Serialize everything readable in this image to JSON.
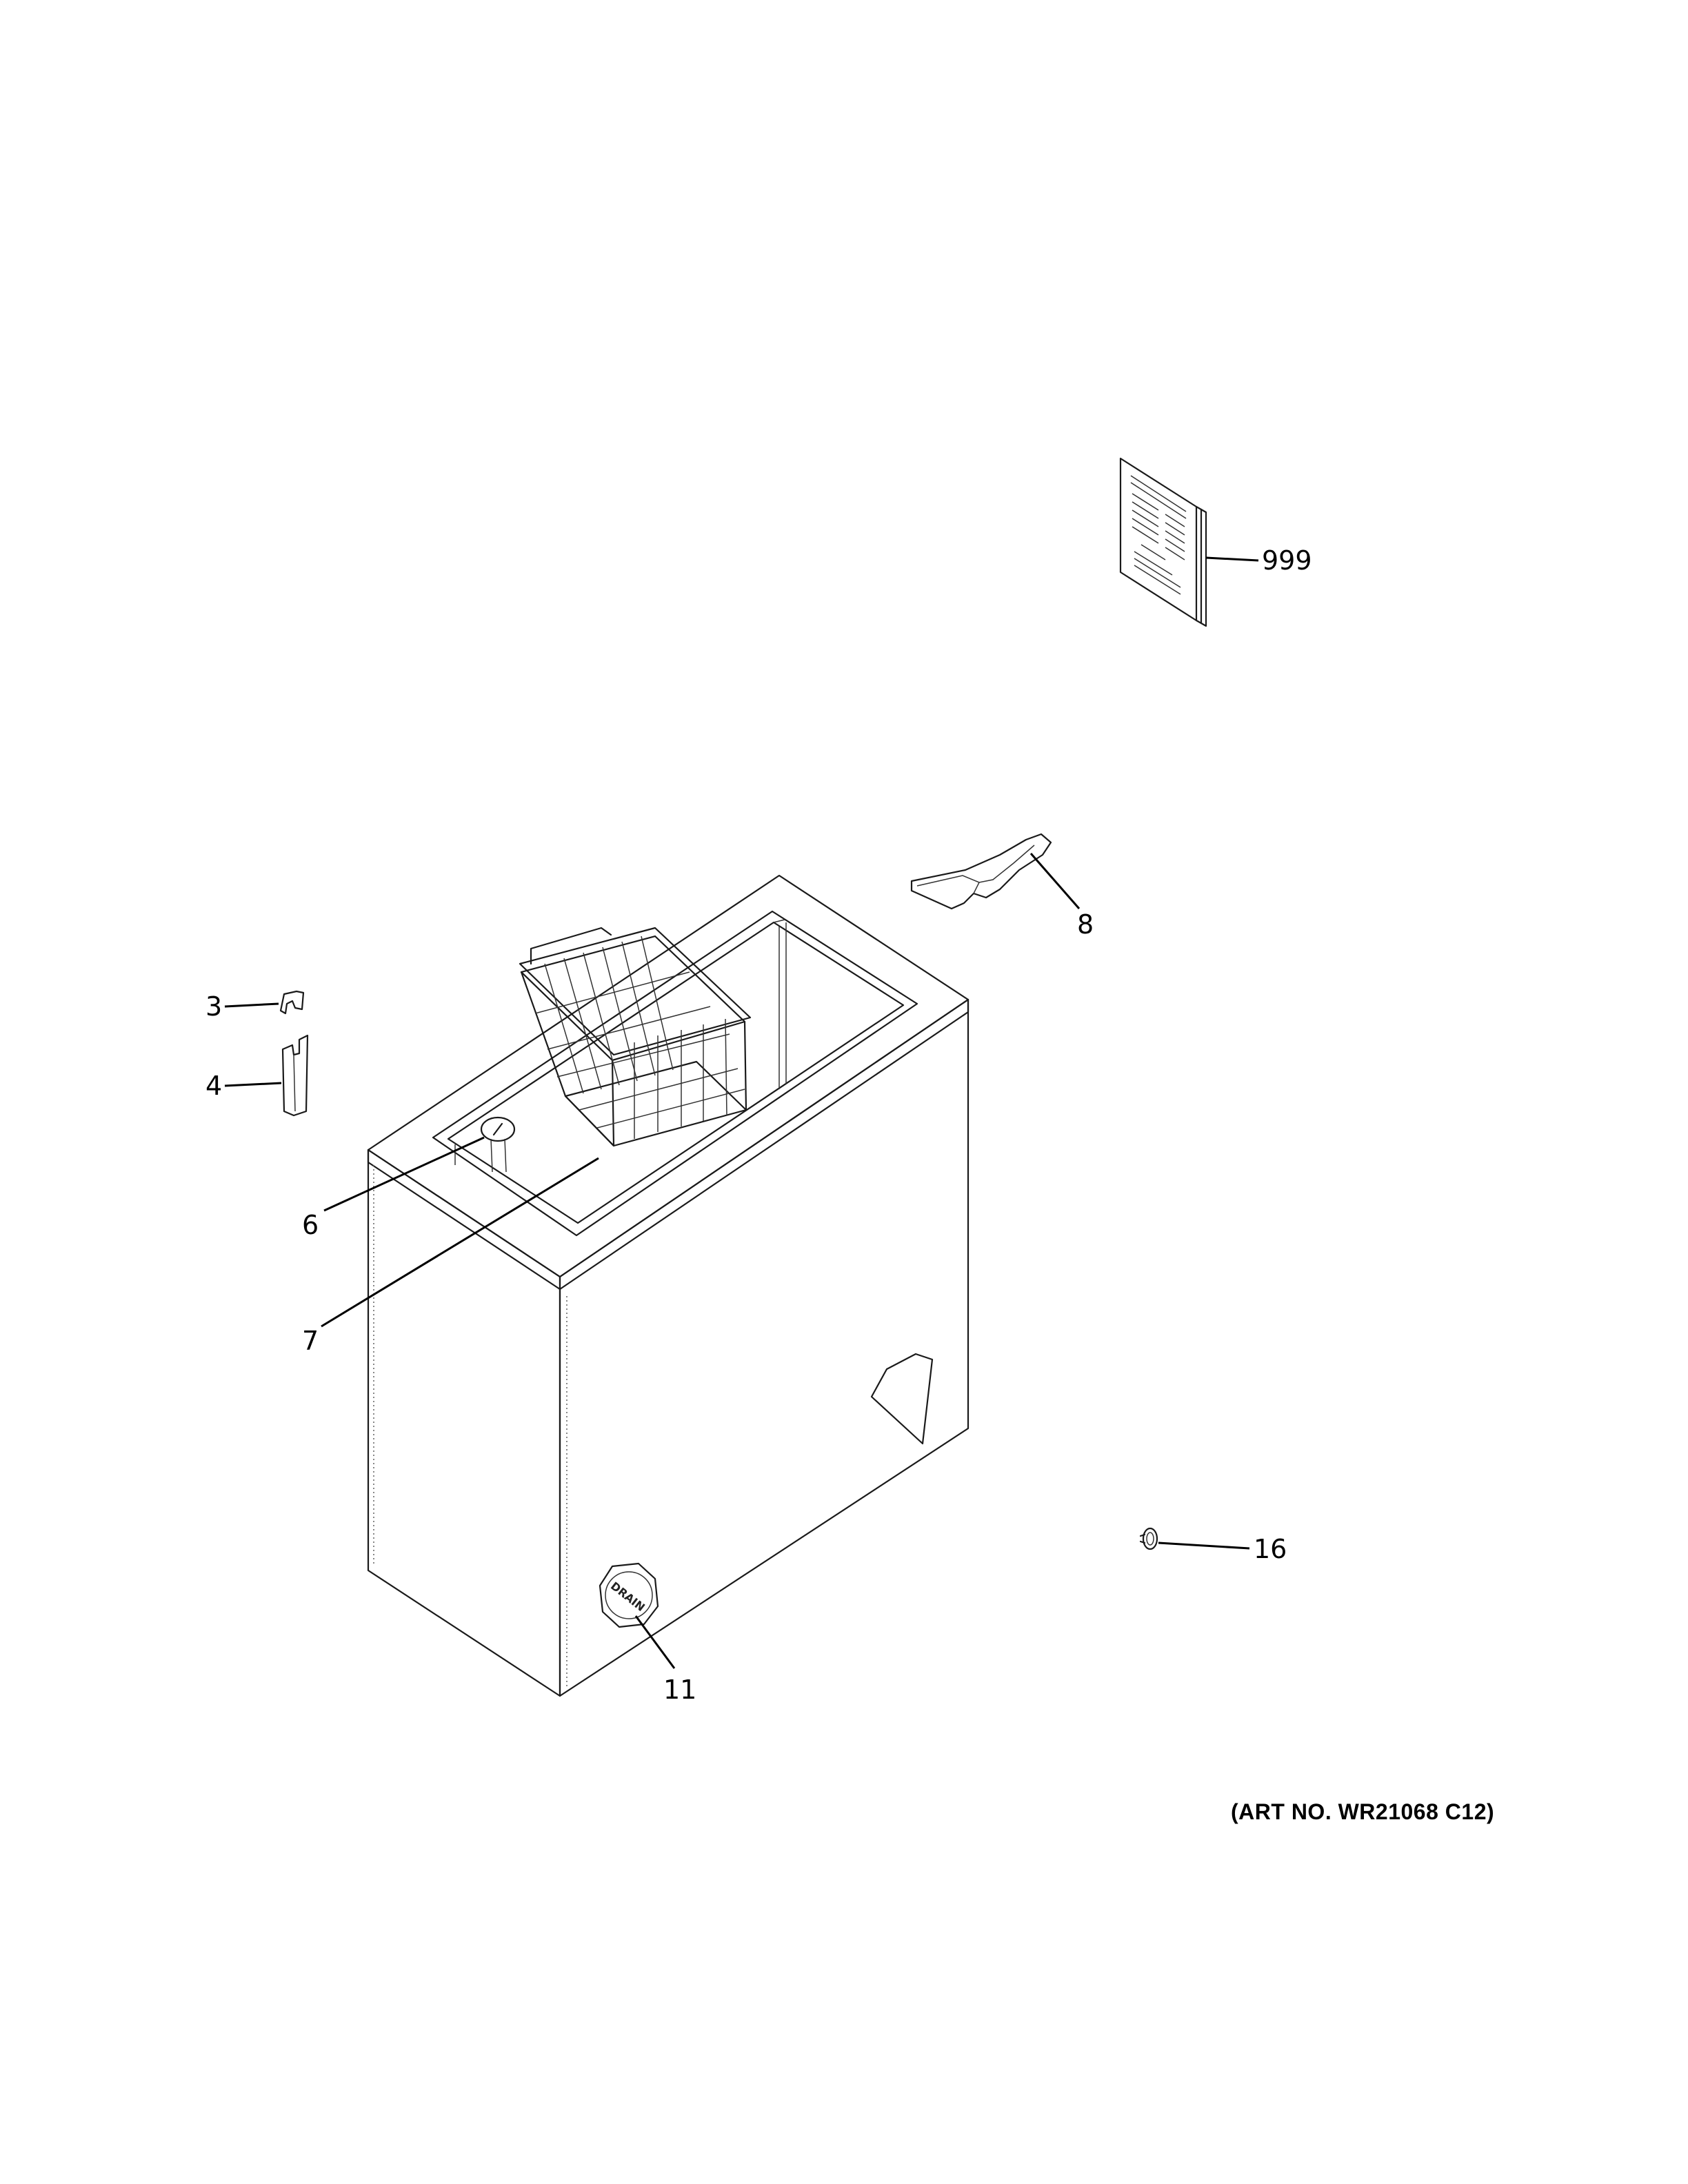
{
  "callouts": {
    "c3": "3",
    "c4": "4",
    "c6": "6",
    "c7": "7",
    "c8": "8",
    "c11": "11",
    "c16": "16",
    "c999": "999"
  },
  "drain_label": "DRAIN",
  "art_number": "(ART NO. WR21068 C12)"
}
